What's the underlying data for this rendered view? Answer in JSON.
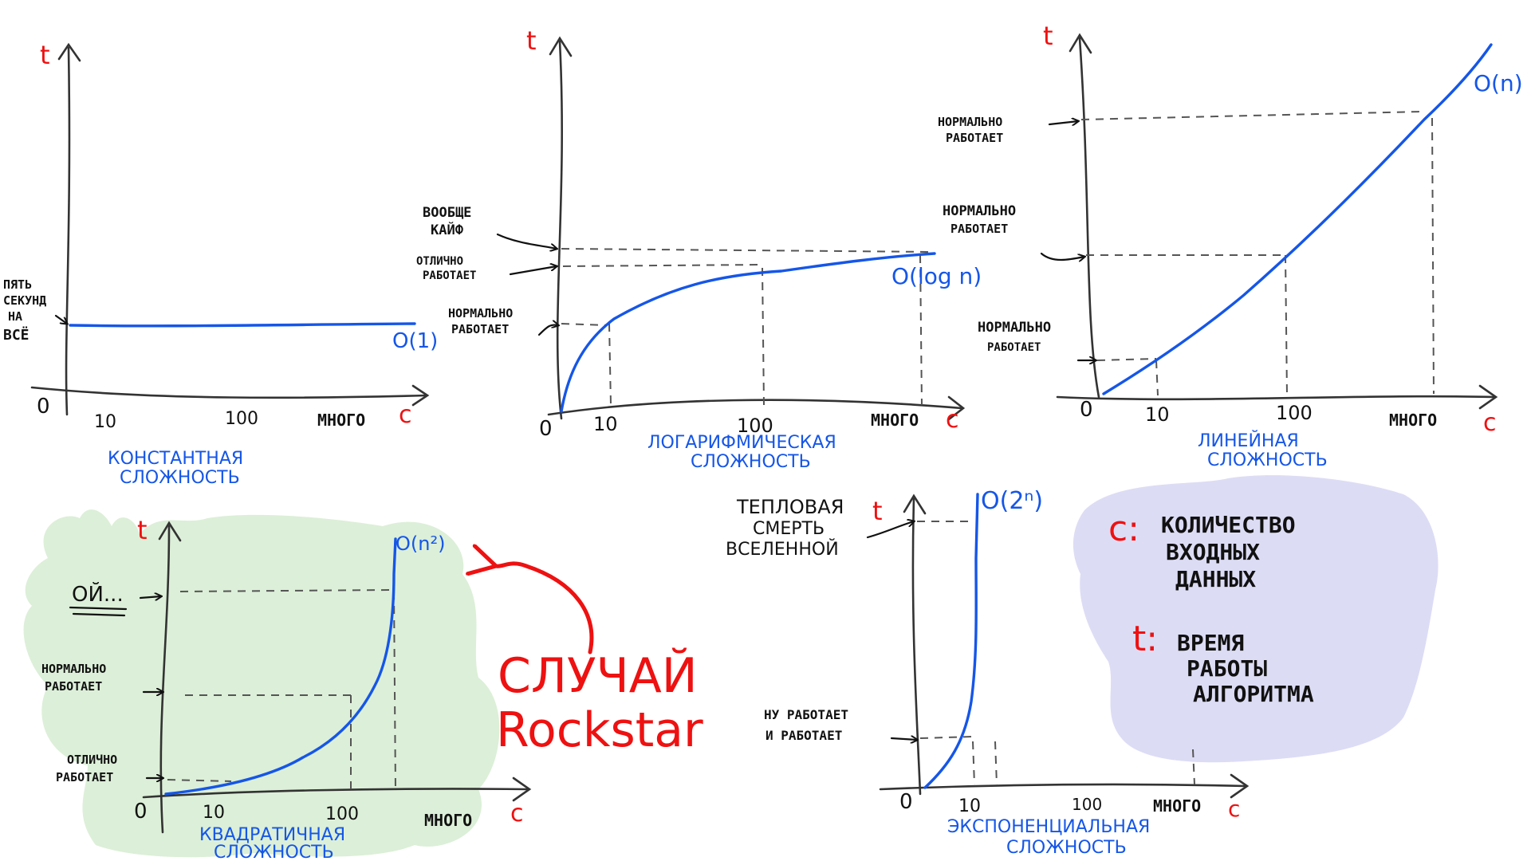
{
  "legend": {
    "c_symbol": "c:",
    "c_line1": "КОЛИЧЕСТВО",
    "c_line2": "ВХОДНЫХ",
    "c_line3": "ДАННЫХ",
    "t_symbol": "t:",
    "t_line1": "ВРЕМЯ",
    "t_line2": "РАБОТЫ",
    "t_line3": "АЛГОРИТМА",
    "colors": {
      "cloud": "#dcdcf5"
    }
  },
  "rockstar": {
    "line1": "СЛУЧАЙ",
    "line2": "Rockstar",
    "color": "#ee1111"
  },
  "colors": {
    "curve": "#1556e8",
    "axis_letter": "#ee1111",
    "green_cloud": "#dcefd8"
  },
  "chart_data": [
    {
      "type": "line",
      "title": "КОНСТАНТНАЯ СЛОЖНОСТЬ",
      "curve_label": "O(1)",
      "y_axis_letter": "t",
      "x_axis_letter": "c",
      "x_ticks": [
        "0",
        "10",
        "100",
        "МНОГО"
      ],
      "annotations": [
        {
          "lines": [
            "ПЯТЬ",
            "СЕКУНД",
            "НА",
            "ВСЁ"
          ]
        }
      ]
    },
    {
      "type": "line",
      "title": "ЛОГАРИФМИЧЕСКАЯ СЛОЖНОСТЬ",
      "curve_label": "O(log n)",
      "y_axis_letter": "t",
      "x_axis_letter": "c",
      "x_ticks": [
        "0",
        "10",
        "100",
        "МНОГО"
      ],
      "annotations": [
        {
          "lines": [
            "ВООБЩЕ",
            "КАЙФ"
          ]
        },
        {
          "lines": [
            "ОТЛИЧНО",
            "РАБОТАЕТ"
          ]
        },
        {
          "lines": [
            "НОРМАЛЬНО",
            "РАБОТАЕТ"
          ]
        }
      ]
    },
    {
      "type": "line",
      "title": "ЛИНЕЙНАЯ СЛОЖНОСТЬ",
      "curve_label": "O(n)",
      "y_axis_letter": "t",
      "x_axis_letter": "c",
      "x_ticks": [
        "0",
        "10",
        "100",
        "МНОГО"
      ],
      "annotations": [
        {
          "lines": [
            "НОРМАЛЬНО",
            "РАБОТАЕТ"
          ]
        },
        {
          "lines": [
            "НОРМАЛЬНО",
            "РАБОТАЕТ"
          ]
        },
        {
          "lines": [
            "НОРМАЛЬНО",
            "РАБОТАЕТ"
          ]
        }
      ]
    },
    {
      "type": "line",
      "title": "КВАДРАТИЧНАЯ СЛОЖНОСТЬ",
      "curve_label": "O(n²)",
      "y_axis_letter": "t",
      "x_axis_letter": "c",
      "x_ticks": [
        "0",
        "10",
        "100",
        "МНОГО"
      ],
      "annotations": [
        {
          "lines": [
            "ОЙ..."
          ]
        },
        {
          "lines": [
            "НОРМАЛЬНО",
            "РАБОТАЕТ"
          ]
        },
        {
          "lines": [
            "ОТЛИЧНО",
            "РАБОТАЕТ"
          ]
        }
      ]
    },
    {
      "type": "line",
      "title": "ЭКСПОНЕНЦИАЛЬНАЯ СЛОЖНОСТЬ",
      "curve_label": "O(2ⁿ)",
      "y_axis_letter": "t",
      "x_axis_letter": "c",
      "x_ticks": [
        "0",
        "10",
        "100",
        "МНОГО"
      ],
      "annotations": [
        {
          "lines": [
            "ТЕПЛОВАЯ",
            "СМЕРТЬ",
            "ВСЕЛЕННОЙ"
          ]
        },
        {
          "lines": [
            "НУ РАБОТАЕТ",
            "И РАБОТАЕТ"
          ]
        }
      ]
    }
  ]
}
